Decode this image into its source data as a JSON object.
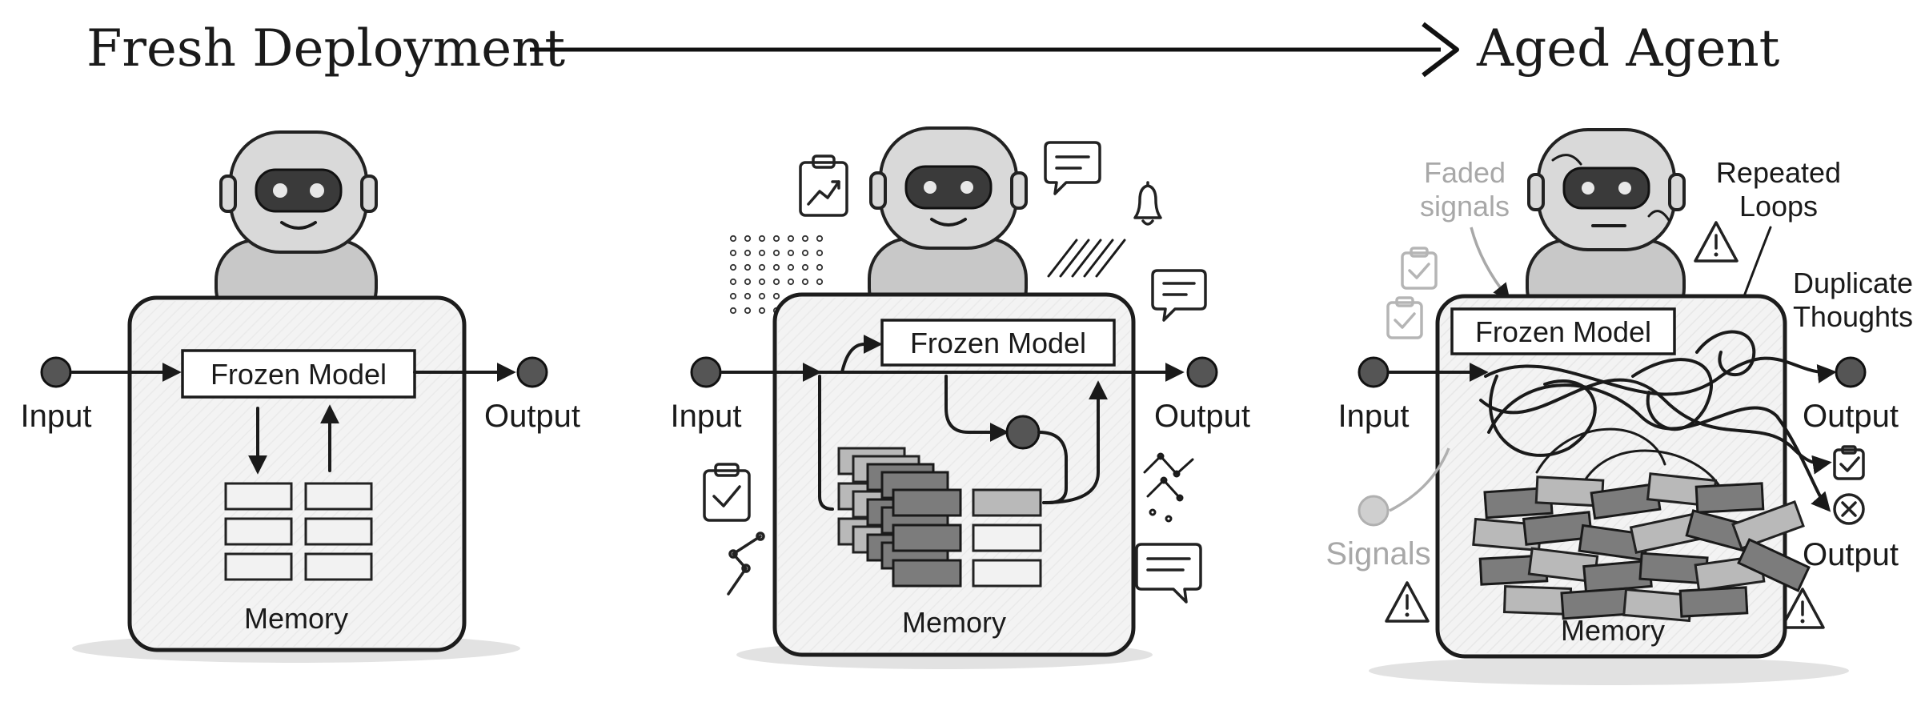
{
  "header": {
    "left_title": "Fresh Deployment",
    "right_title": "Aged Agent"
  },
  "panels": [
    {
      "model_label": "Frozen Model",
      "input_label": "Input",
      "output_label": "Output",
      "memory_label": "Memory"
    },
    {
      "model_label": "Frozen Model",
      "input_label": "Input",
      "output_label": "Output",
      "memory_label": "Memory"
    },
    {
      "model_label": "Frozen Model",
      "input_label": "Input",
      "output_label": "Output",
      "output_label_2": "Output",
      "memory_label": "Memory",
      "faded_signals_line1": "Faded",
      "faded_signals_line2": "signals",
      "signals_label": "Signals",
      "repeated_loops_line1": "Repeated",
      "repeated_loops_line2": "Loops",
      "duplicate_thoughts_line1": "Duplicate",
      "duplicate_thoughts_line2": "Thoughts"
    }
  ],
  "icons": {
    "panel2": [
      "clipboard-chart-icon",
      "chat-bubble-icon",
      "bell-icon",
      "chat-bubble-icon",
      "checklist-icon",
      "node-graph-icon",
      "chat-bubble-icon"
    ],
    "panel3": [
      "checklist-icon",
      "checklist-icon",
      "warning-icon",
      "warning-icon",
      "warning-icon",
      "check-box-icon",
      "error-circle-icon"
    ]
  },
  "colors": {
    "ink": "#1a1a1a",
    "faded": "#a8a8a8",
    "memory_dark": "#7c7c7c"
  }
}
